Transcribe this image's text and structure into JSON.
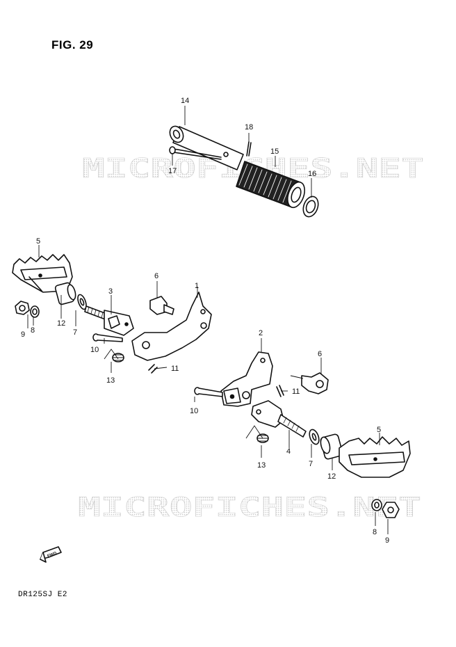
{
  "figure": {
    "title": "FIG. 29",
    "model_code": "DR125SJ  E2",
    "watermark": "MICROFICHES.NET",
    "fwd_label": "FWD"
  },
  "callouts": {
    "c1": "1",
    "c2": "2",
    "c3": "3",
    "c4": "4",
    "c5a": "5",
    "c5b": "5",
    "c6a": "6",
    "c6b": "6",
    "c7a": "7",
    "c7b": "7",
    "c8a": "8",
    "c8b": "8",
    "c9a": "9",
    "c9b": "9",
    "c10a": "10",
    "c10b": "10",
    "c11a": "11",
    "c11b": "11",
    "c12a": "12",
    "c12b": "12",
    "c13a": "13",
    "c13b": "13",
    "c14": "14",
    "c15": "15",
    "c16": "16",
    "c17": "17",
    "c18": "18"
  },
  "colors": {
    "ink": "#111111",
    "watermark": "#d6d6d6"
  }
}
